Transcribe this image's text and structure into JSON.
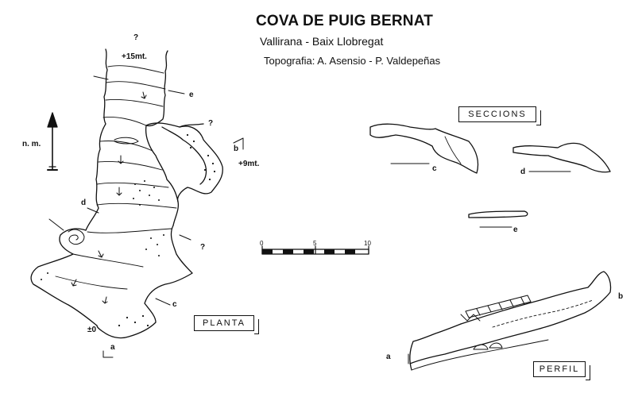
{
  "header": {
    "title": "COVA DE PUIG BERNAT",
    "subtitle": "Vallirana  -  Baix Llobregat",
    "credit": "Topografia: A. Asensio - P. Valdepeñas"
  },
  "panels": {
    "plan": "PLANTA",
    "sections": "SECCIONS",
    "profile": "PERFIL"
  },
  "north": {
    "label": "n. m."
  },
  "scale_bar": {
    "ticks": [
      "0",
      "5",
      "10"
    ]
  },
  "annotations": {
    "unknown_top": "?",
    "height_top": "+15mt.",
    "unknown_right": "?",
    "height_right": "+9mt.",
    "unknown_lower": "?",
    "datum": "±0",
    "sec_e_plan": "e",
    "sec_b_plan": "b",
    "sec_d_plan": "d",
    "sec_c_plan": "c",
    "sec_a_plan": "a",
    "sec_c": "c",
    "sec_d": "d",
    "sec_e": "e",
    "profile_a": "a",
    "profile_b": "b"
  },
  "colors": {
    "ink": "#111111",
    "background": "#ffffff"
  }
}
